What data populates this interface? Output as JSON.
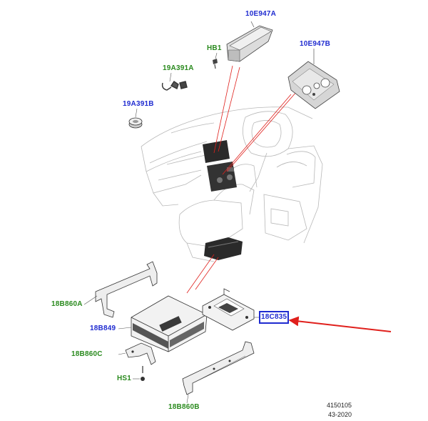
{
  "colors": {
    "part_label_blue": "#1f2bd0",
    "part_label_green": "#2a8a1e",
    "leader_red": "#e0201c",
    "line_art": "#555555"
  },
  "labels": {
    "l10E947A": "10E947A",
    "lHB1": "HB1",
    "l10E947B": "10E947B",
    "l19A391A": "19A391A",
    "l19A391B": "19A391B",
    "l18B860A": "18B860A",
    "l18B849": "18B849",
    "l18C835": "18C835",
    "l18B860C": "18B860C",
    "lHS1": "HS1",
    "l18B860B": "18B860B"
  },
  "reference": {
    "number": "4150105",
    "date": "43-2020"
  },
  "icons": {
    "callout": "red-arrow-icon"
  }
}
